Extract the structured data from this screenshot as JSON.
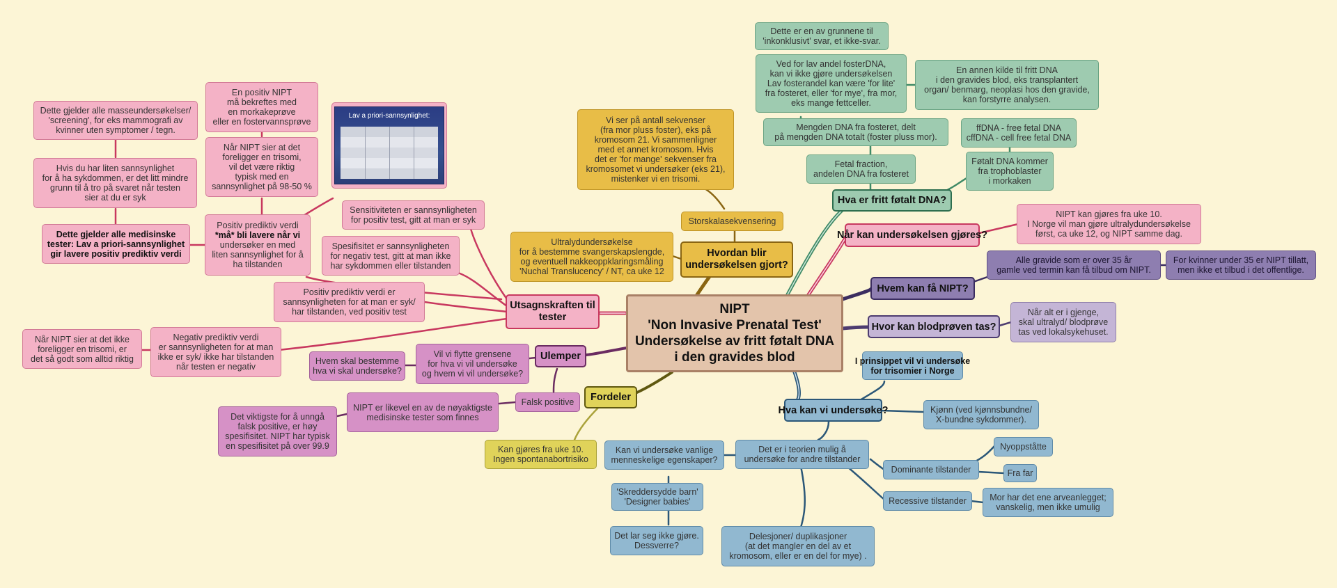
{
  "root": {
    "lines": [
      "NIPT",
      "'Non Invasive Prenatal Test'",
      "Undersøkelse av fritt føtalt DNA",
      "i den gravides blod"
    ]
  },
  "colors": {
    "background": "#fcf5d6",
    "root": "#e3c4ab",
    "pink": "#f4b2c6",
    "teal": "#9ecbb0",
    "blue": "#91b8d0",
    "yellow": "#e8bd47",
    "olive": "#e0d35a",
    "magenta": "#d691c6",
    "purple": "#8e7eb0",
    "lilac": "#c4b5d6"
  },
  "branches": {
    "hva_er": {
      "lines": [
        "Hva er fritt føtalt DNA?"
      ]
    },
    "naar": {
      "lines": [
        "Når kan undersøkelsen gjøres?"
      ]
    },
    "hvem": {
      "lines": [
        "Hvem kan få NIPT?"
      ]
    },
    "hvor": {
      "lines": [
        "Hvor kan blodprøven tas?"
      ]
    },
    "hva_kan": {
      "lines": [
        "Hva kan vi undersøke?"
      ]
    },
    "fordeler": {
      "lines": [
        "Fordeler"
      ]
    },
    "ulemper": {
      "lines": [
        "Ulemper"
      ]
    },
    "utsagn": {
      "lines": [
        "Utsagnskraften til",
        "tester"
      ]
    },
    "hvordan": {
      "lines": [
        "Hvordan blir",
        "undersøkelsen gjort?"
      ]
    }
  },
  "nodes": {
    "t1": {
      "lines": [
        "Dette er en av grunnene til",
        "'inkonklusivt' svar, et ikke-svar."
      ]
    },
    "t2": {
      "lines": [
        "Ved for lav andel fosterDNA,",
        "kan vi ikke gjøre undersøkelsen",
        "Lav fosterandel kan være 'for lite'",
        "fra fosteret, eller 'for mye', fra mor,",
        "eks mange fettceller."
      ]
    },
    "t3": {
      "lines": [
        "En annen kilde til fritt DNA",
        "i den gravides blod, eks transplantert",
        "organ/ benmarg, neoplasi hos den gravide,",
        "kan forstyrre analysen."
      ]
    },
    "t4": {
      "lines": [
        "Mengden DNA fra fosteret, delt",
        "på mengden DNA totalt (foster pluss mor)."
      ]
    },
    "t5": {
      "lines": [
        "Fetal fraction,",
        "andelen DNA fra fosteret"
      ]
    },
    "t6": {
      "lines": [
        "ffDNA - free fetal DNA",
        "cffDNA - cell free fetal DNA"
      ]
    },
    "t7": {
      "lines": [
        "Føtalt DNA kommer",
        "fra trophoblaster",
        "i morkaken"
      ]
    },
    "k1": {
      "lines": [
        "NIPT kan gjøres fra uke 10.",
        "I  Norge vil man gjøre ultralydundersøkelse",
        "først, ca uke 12, og NIPT samme dag."
      ]
    },
    "p1": {
      "lines": [
        "Alle gravide som er over 35 år",
        "gamle ved termin kan få tilbud om NIPT."
      ]
    },
    "p2": {
      "lines": [
        "For kvinner under 35 er NIPT tillatt,",
        "men ikke et tilbud i det offentlige."
      ]
    },
    "l1": {
      "lines": [
        "Når alt er i gjenge,",
        "skal ultralyd/ blodprøve",
        "tas ved lokalsykehuset."
      ]
    },
    "b1": {
      "lines": [
        "I prinsippet vil vi undersøke",
        "for trisomier i Norge"
      ]
    },
    "b2": {
      "lines": [
        "Kjønn (ved kjønnsbundne/",
        "X-bundne sykdommer)."
      ]
    },
    "b3": {
      "lines": [
        "Det er i teorien mulig å",
        "undersøke for andre tilstander"
      ]
    },
    "b4": {
      "lines": [
        "Kan vi undersøke vanlige",
        "menneskelige egenskaper?"
      ]
    },
    "b5": {
      "lines": [
        "'Skreddersydde barn'",
        "'Designer babies'"
      ]
    },
    "b6": {
      "lines": [
        "Det lar seg ikke gjøre.",
        "Dessverre?"
      ]
    },
    "b7": {
      "lines": [
        "Dominante tilstander"
      ]
    },
    "b8": {
      "lines": [
        "Nyoppståtte"
      ]
    },
    "b9": {
      "lines": [
        "Fra far"
      ]
    },
    "b10": {
      "lines": [
        "Recessive tilstander"
      ]
    },
    "b11": {
      "lines": [
        "Mor har det ene arveanlegget;",
        "vanskelig, men ikke umulig"
      ]
    },
    "b12": {
      "lines": [
        "Delesjoner/ duplikasjoner",
        "(at det mangler en del av et",
        "kromosom, eller er en del for mye) ."
      ]
    },
    "f1": {
      "lines": [
        "Kan gjøres fra uke 10.",
        "Ingen spontanabortrisiko"
      ]
    },
    "m1": {
      "lines": [
        "Vil vi flytte grensene",
        "for hva vi vil undersøke",
        "og hvem vi vil undersøke?"
      ]
    },
    "m2": {
      "lines": [
        "Hvem skal bestemme",
        "hva vi skal undersøke?"
      ]
    },
    "m3": {
      "lines": [
        "Falsk positive"
      ]
    },
    "m4": {
      "lines": [
        "NIPT er likevel en av de nøyaktigste",
        "medisinske tester som finnes"
      ]
    },
    "m5": {
      "lines": [
        "Det viktigste for å unngå",
        "falsk positive, er høy",
        "spesifisitet. NIPT har typisk",
        "en spesifisitet på over 99.9"
      ]
    },
    "y1": {
      "lines": [
        "Vi ser på antall sekvenser",
        "(fra mor pluss foster), eks på",
        "kromosom 21. Vi sammenligner",
        "med et annet kromosom. Hvis",
        "det er 'for mange' sekvenser fra",
        "kromosomet vi undersøker (eks 21),",
        "mistenker vi en trisomi."
      ]
    },
    "y2": {
      "lines": [
        "Storskalasekvensering"
      ]
    },
    "y3": {
      "lines": [
        "Ultralydundersøkelse",
        "for å bestemme svangerskapslengde,",
        "og eventuell nakkeoppklaringsmåling",
        "'Nuchal Translucency' / NT, ca uke 12"
      ]
    },
    "u1": {
      "lines": [
        "Sensitiviteten er sannsynligheten",
        "for positiv test, gitt at man er syk"
      ]
    },
    "u2": {
      "lines": [
        "Spesifisitet er sannsynligheten",
        "for negativ test, gitt at man ikke",
        "har sykdommen eller tilstanden"
      ]
    },
    "u3": {
      "lines": [
        "Positiv prediktiv verdi er",
        "sannsynligheten for at man er syk/",
        "har tilstanden, ved positiv test"
      ]
    },
    "u4": {
      "lines": [
        "Negativ prediktiv verdi",
        "er sannsynligheten for at man",
        "ikke er syk/ ikke har tilstanden",
        "når testen er negativ"
      ]
    },
    "u5": {
      "lines": [
        "Når NIPT sier at det ikke",
        "foreligger en trisomi, er",
        "det så godt som alltid riktig"
      ]
    },
    "u6": {
      "lines_plain_pre": "Positiv prediktiv verdi",
      "lines": [
        "Positiv prediktiv verdi",
        "*må* bli lavere når vi",
        "undersøker en med",
        "liten sannsynlighet for å",
        "ha tilstanden"
      ]
    },
    "u7": {
      "lines": [
        "Når NIPT sier at det",
        "foreligger en trisomi,",
        "vil det være riktig",
        "typisk med en",
        "sannsynlighet på 98-50 %"
      ]
    },
    "u8": {
      "lines": [
        "En positiv NIPT",
        "må bekreftes med",
        "en morkakeprøve",
        "eller en fostervannsprøve"
      ]
    },
    "u9": {
      "title": "Lav a priori-sannsynlighet:"
    },
    "u10": {
      "lines": [
        "Dette gjelder alle masseundersøkelser/",
        "'screening', for eks mammografi av",
        "kvinner uten symptomer / tegn."
      ]
    },
    "u11": {
      "lines": [
        "Hvis du har liten sannsynlighet",
        "for å ha sykdommen, er det litt mindre",
        "grunn til å tro på svaret når testen",
        "sier at du er syk"
      ]
    },
    "u12": {
      "lines": [
        "Dette gjelder alle medisinske",
        "tester: Lav a priori-sannsynlighet",
        "gir lavere positiv prediktiv verdi"
      ]
    }
  }
}
